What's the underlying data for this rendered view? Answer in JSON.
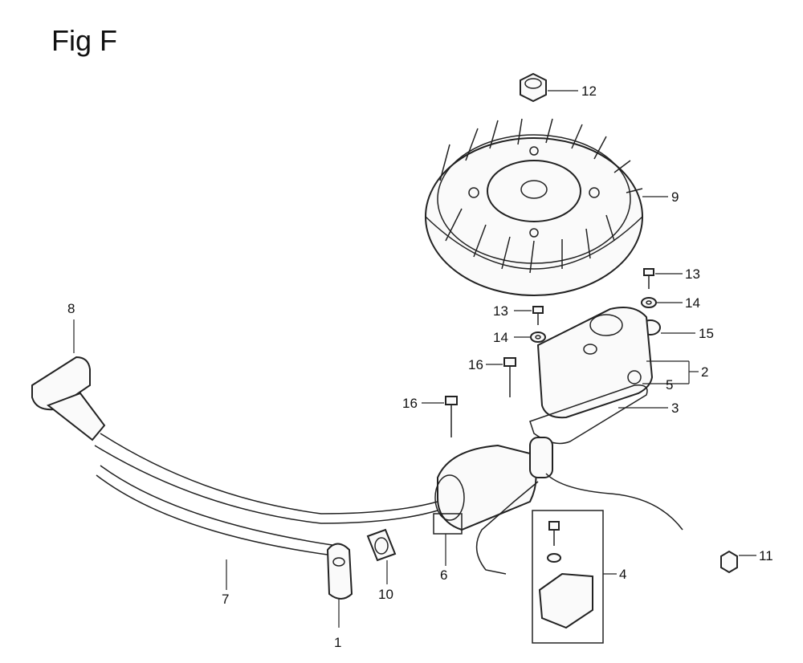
{
  "figure": {
    "title": "Fig F"
  },
  "callouts": {
    "c1": "1",
    "c2": "2",
    "c3": "3",
    "c4": "4",
    "c5": "5",
    "c6": "6",
    "c7": "7",
    "c8": "8",
    "c9": "9",
    "c10": "10",
    "c11": "11",
    "c12": "12",
    "c13a": "13",
    "c13b": "13",
    "c14a": "14",
    "c14b": "14",
    "c15": "15",
    "c16a": "16",
    "c16b": "16"
  }
}
